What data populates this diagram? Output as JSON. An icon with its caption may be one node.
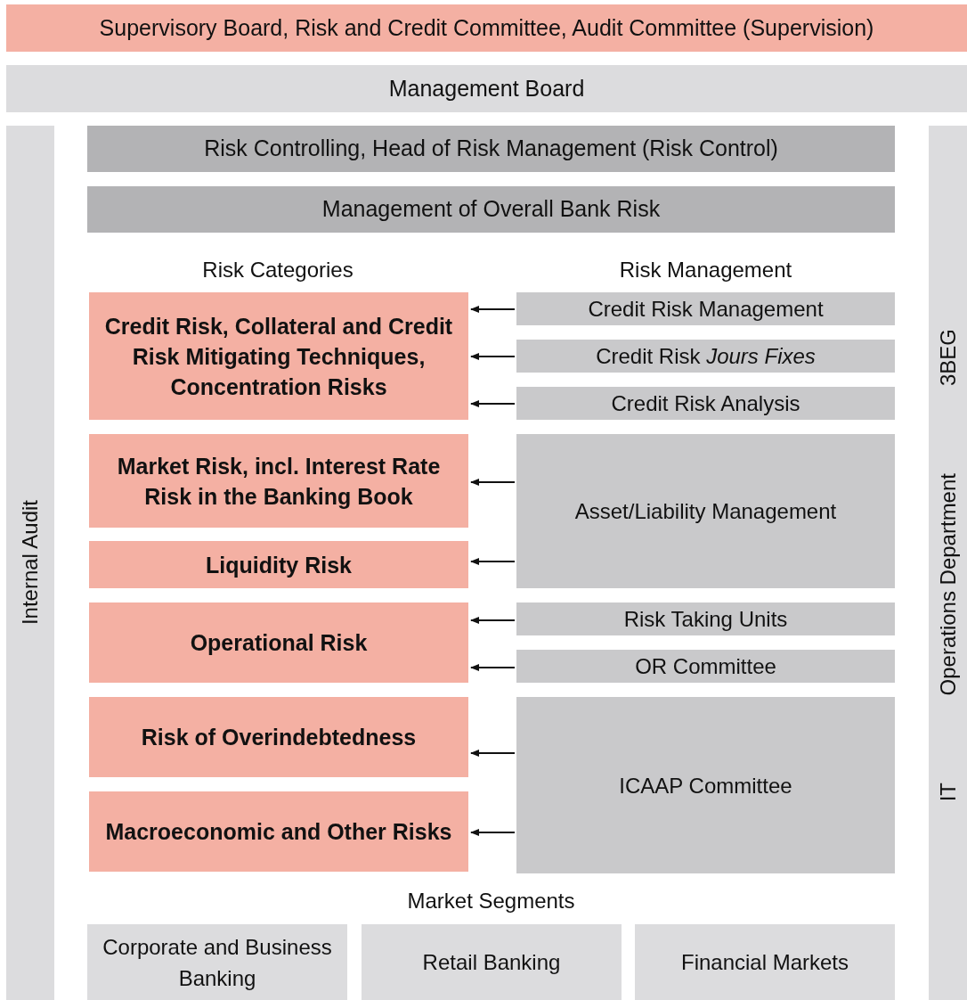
{
  "diagram": {
    "nodes": [
      {
        "text": [
          "Supervisory Board, Risk and Credit Committee, Audit Committee (Supervision)"
        ]
      },
      {
        "text": [
          "Management Board"
        ]
      },
      {
        "text": [
          "Internal Audit"
        ]
      },
      {
        "text": [
          "IT",
          "Operations Department",
          "3BEG"
        ]
      },
      {
        "text": [
          "Risk Controlling, Head of Risk Management (Risk Control)"
        ]
      },
      {
        "text": [
          "Management of Overall Bank Risk"
        ]
      },
      {
        "text": [
          "Credit Risk, Collateral and Credit Risk Mitigating Techniques, Concentration Risks"
        ]
      },
      {
        "text": [
          "Market Risk, incl. Interest Rate Risk in the Banking Book"
        ]
      },
      {
        "text": [
          "Liquidity Risk"
        ]
      },
      {
        "text": [
          "Operational Risk"
        ]
      },
      {
        "text": [
          "Risk of Overindebtedness"
        ]
      },
      {
        "text": [
          "Macroeconomic and Other Risks"
        ]
      },
      {
        "text": [
          "Credit Risk Management"
        ]
      },
      {
        "text": [
          "Credit Risk *Jours Fixes*"
        ]
      },
      {
        "text": [
          "Credit Risk Analysis"
        ]
      },
      {
        "text": [
          "Asset/Liability Management"
        ]
      },
      {
        "text": [
          "Risk Taking Units"
        ]
      },
      {
        "text": [
          "OR Committee"
        ]
      },
      {
        "text": [
          "ICAAP Committee"
        ]
      },
      {
        "text": [
          "Corporate and Business Banking"
        ]
      },
      {
        "text": [
          "Retail Banking"
        ]
      },
      {
        "text": [
          "Financial Markets"
        ]
      }
    ],
    "edges": [
      {
        "from": 12,
        "to": 6,
        "arrow": "to"
      },
      {
        "from": 13,
        "to": 6,
        "arrow": "to"
      },
      {
        "from": 14,
        "to": 6,
        "arrow": "to"
      },
      {
        "from": 15,
        "to": 7,
        "arrow": "to"
      },
      {
        "from": 15,
        "to": 8,
        "arrow": "to"
      },
      {
        "from": 16,
        "to": 9,
        "arrow": "to"
      },
      {
        "from": 17,
        "to": 9,
        "arrow": "to"
      },
      {
        "from": 18,
        "to": 10,
        "arrow": "to"
      },
      {
        "from": 18,
        "to": 11,
        "arrow": "to"
      }
    ],
    "labels": [
      "Risk Categories",
      "Risk Management",
      "Market Segments"
    ]
  }
}
